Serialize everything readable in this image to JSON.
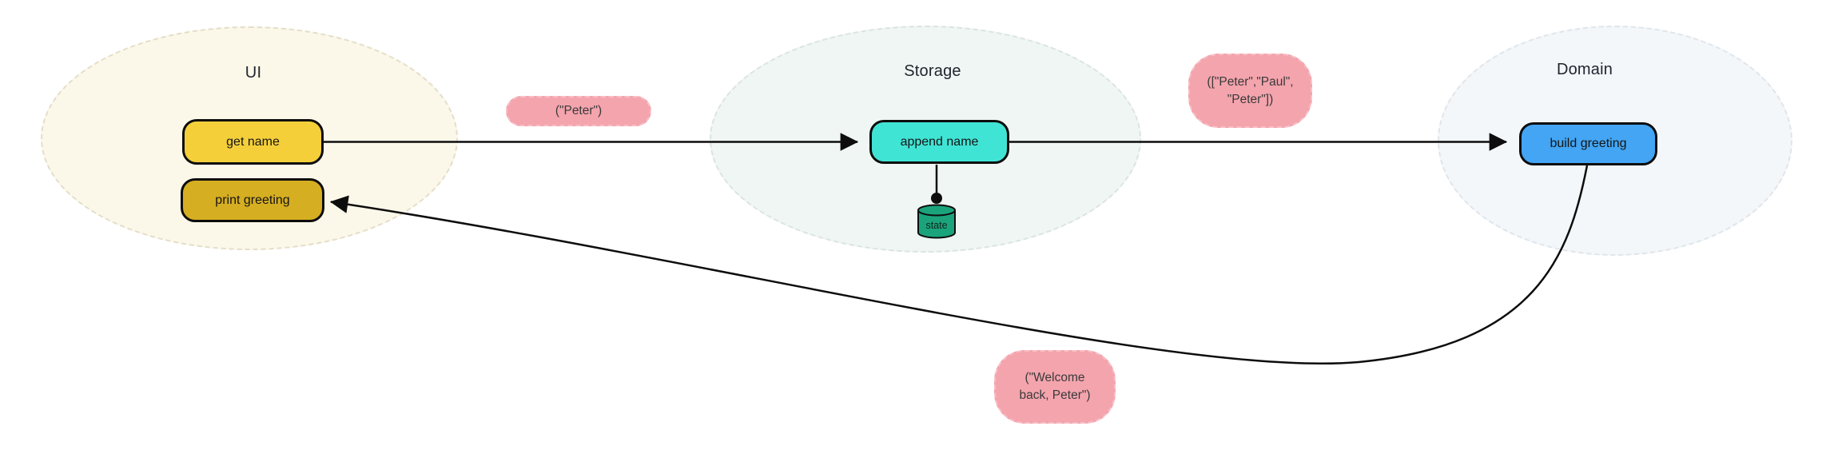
{
  "groups": [
    {
      "label": "UI"
    },
    {
      "label": "Storage"
    },
    {
      "label": "Domain"
    }
  ],
  "nodes": {
    "get_name": {
      "label": "get name"
    },
    "print_greeting": {
      "label": "print greeting"
    },
    "append_name": {
      "label": "append name"
    },
    "state": {
      "label": "state"
    },
    "build_greeting": {
      "label": "build greeting"
    }
  },
  "edge_labels": {
    "peter": "(\"Peter\")",
    "list_line1": "([\"Peter\",\"Paul\",",
    "list_line2": "\"Peter\"])",
    "welcome_line1": "(\"Welcome",
    "welcome_line2": "back, Peter\")"
  },
  "colors": {
    "yellow_node": "#F4CF3A",
    "gold_node": "#D6AE21",
    "cyan_node": "#40E4D4",
    "blue_node": "#43A5F3",
    "green_cylinder": "#1BA47C",
    "pink_label": "#F4A4AD",
    "pink_label_edge": "#F7BFC6",
    "node_border": "#0D0D0D",
    "edge_color": "#0D0D0D",
    "ui_fill": "#FCF8E9",
    "ui_dash": "#E3DECB",
    "storage_fill": "#EFF6F3",
    "storage_dash": "#DBE4E0",
    "domain_fill": "#F3F7FA",
    "domain_dash": "#E0E5EA"
  }
}
